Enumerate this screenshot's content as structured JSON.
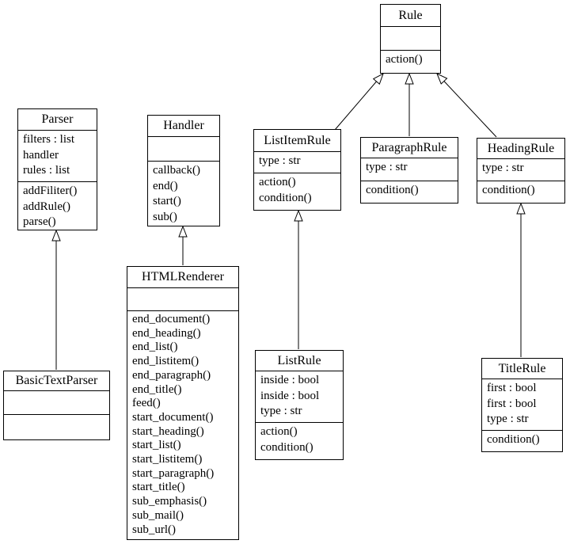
{
  "diagram": {
    "kind": "uml-class-diagram",
    "background_color": "#ffffff",
    "line_color": "#000000",
    "classes": [
      {
        "name": "Rule",
        "attributes": [],
        "methods": [
          "action()"
        ]
      },
      {
        "name": "Parser",
        "attributes": [
          "filters : list",
          "handler",
          "rules : list"
        ],
        "methods": [
          "addFiliter()",
          "addRule()",
          "parse()"
        ]
      },
      {
        "name": "Handler",
        "attributes": [],
        "methods": [
          "callback()",
          "end()",
          "start()",
          "sub()"
        ]
      },
      {
        "name": "ListItemRule",
        "attributes": [
          "type : str"
        ],
        "methods": [
          "action()",
          "condition()"
        ]
      },
      {
        "name": "ParagraphRule",
        "attributes": [
          "type : str"
        ],
        "methods": [
          "condition()"
        ]
      },
      {
        "name": "HeadingRule",
        "attributes": [
          "type : str"
        ],
        "methods": [
          "condition()"
        ]
      },
      {
        "name": "HTMLRenderer",
        "attributes": [],
        "methods": [
          "end_document()",
          "end_heading()",
          "end_list()",
          "end_listitem()",
          "end_paragraph()",
          "end_title()",
          "feed()",
          "start_document()",
          "start_heading()",
          "start_list()",
          "start_listitem()",
          "start_paragraph()",
          "start_title()",
          "sub_emphasis()",
          "sub_mail()",
          "sub_url()"
        ]
      },
      {
        "name": "BasicTextParser",
        "attributes": [],
        "methods": []
      },
      {
        "name": "ListRule",
        "attributes": [
          "inside : bool",
          "inside : bool",
          "type : str"
        ],
        "methods": [
          "action()",
          "condition()"
        ]
      },
      {
        "name": "TitleRule",
        "attributes": [
          "first : bool",
          "first : bool",
          "type : str"
        ],
        "methods": [
          "condition()"
        ]
      }
    ],
    "relations": [
      {
        "child": "ListItemRule",
        "parent": "Rule",
        "type": "inheritance"
      },
      {
        "child": "ParagraphRule",
        "parent": "Rule",
        "type": "inheritance"
      },
      {
        "child": "HeadingRule",
        "parent": "Rule",
        "type": "inheritance"
      },
      {
        "child": "BasicTextParser",
        "parent": "Parser",
        "type": "inheritance"
      },
      {
        "child": "HTMLRenderer",
        "parent": "Handler",
        "type": "inheritance"
      },
      {
        "child": "ListRule",
        "parent": "ListItemRule",
        "type": "inheritance"
      },
      {
        "child": "TitleRule",
        "parent": "HeadingRule",
        "type": "inheritance"
      }
    ]
  }
}
